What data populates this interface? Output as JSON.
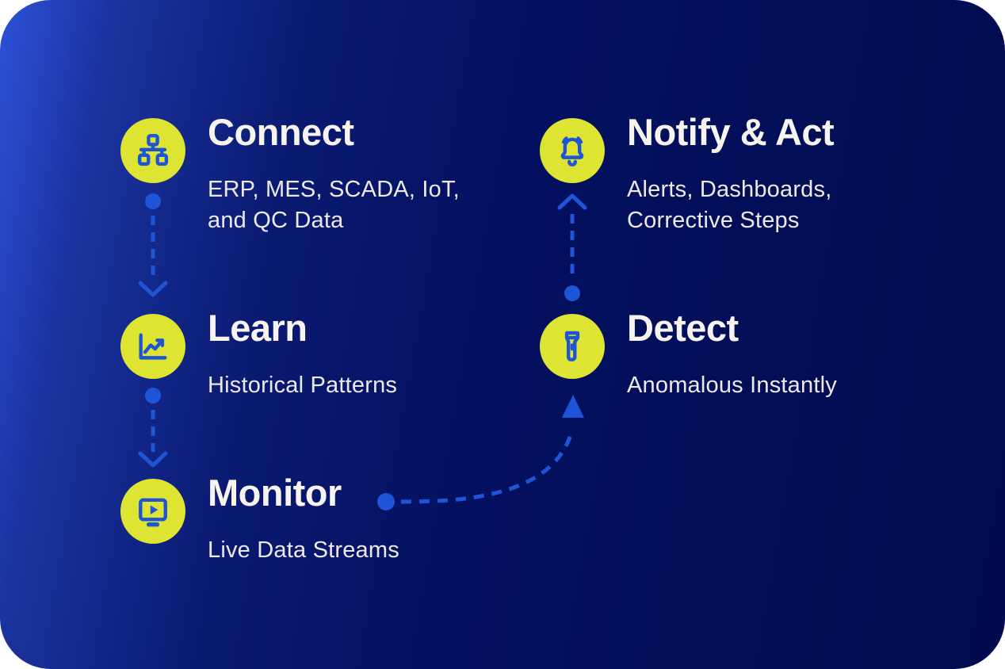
{
  "colors": {
    "accent-lime": "#dde431",
    "icon-blue": "#1e55d6",
    "connector-blue": "#1e55d6",
    "title-text": "#f7f4ef",
    "subtitle-text": "#ece9e6",
    "bg-light": "#2c52da",
    "bg-dark": "#020e57"
  },
  "steps": [
    {
      "title": "Connect",
      "subtitle_line1": "ERP, MES, SCADA, IoT,",
      "subtitle_line2": "and QC Data",
      "icon": "network-icon"
    },
    {
      "title": "Learn",
      "subtitle_line1": "Historical Patterns",
      "icon": "trend-chart-icon"
    },
    {
      "title": "Monitor",
      "subtitle_line1": "Live Data Streams",
      "icon": "monitor-play-icon"
    },
    {
      "title": "Detect",
      "subtitle_line1": "Anomalous Instantly",
      "icon": "flashlight-icon"
    },
    {
      "title": "Notify & Act",
      "subtitle_line1": "Alerts, Dashboards,",
      "subtitle_line2": "Corrective Steps",
      "icon": "bell-ring-icon"
    }
  ],
  "flow_order": [
    "Connect",
    "Learn",
    "Monitor",
    "Detect",
    "Notify & Act"
  ]
}
